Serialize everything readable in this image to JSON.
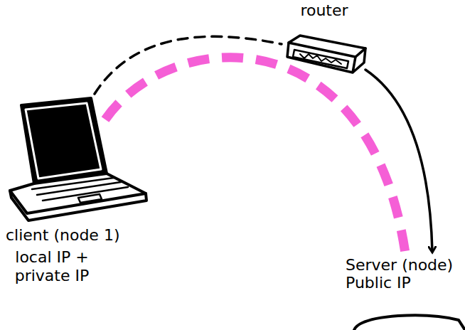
{
  "diagram": {
    "nodes": [
      {
        "text": [
          "client (node 1)",
          "local IP + private IP"
        ]
      },
      {
        "text": [
          "router"
        ]
      },
      {
        "text": [
          "Server (node) Public IP"
        ]
      }
    ],
    "edges": [
      {
        "from": 0,
        "to": 1,
        "arrow": "none"
      },
      {
        "from": 1,
        "to": 2,
        "arrow": "to"
      },
      {
        "from": 0,
        "to": 2,
        "arrow": "none"
      }
    ]
  }
}
